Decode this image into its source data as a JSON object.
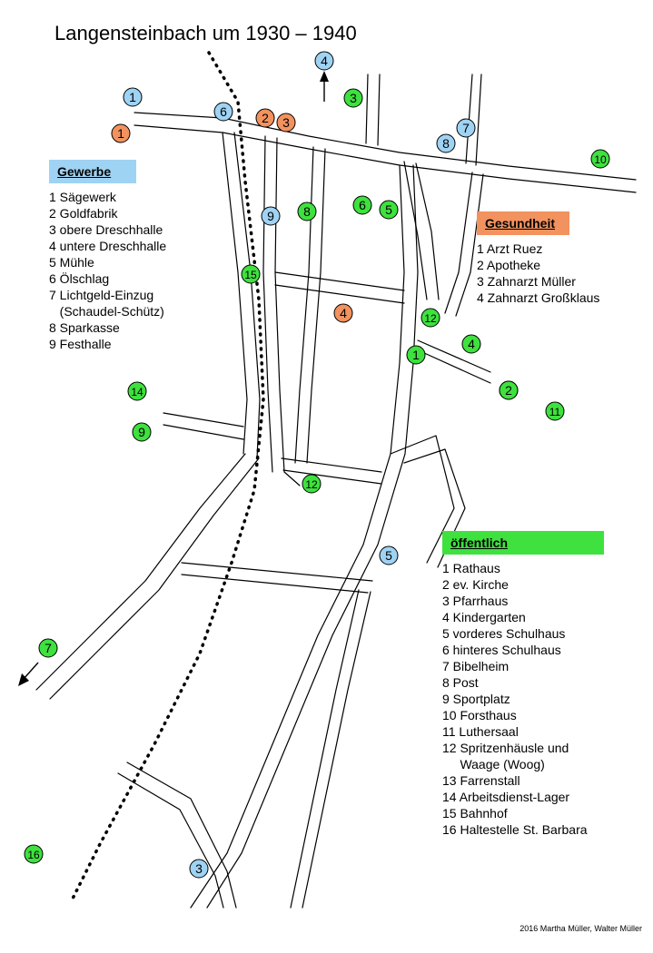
{
  "title": "Langensteinbach um 1930 – 1940",
  "credit": "2016 Martha Müller, Walter Müller",
  "colors": {
    "gewerbe": "#9fd3f3",
    "gesundheit": "#f2925e",
    "oeffentlich": "#3ee13e",
    "street": "#000000",
    "railway": "#000000"
  },
  "legends": {
    "gewerbe": {
      "heading": "Gewerbe",
      "items": [
        "1 Sägewerk",
        "2 Goldfabrik",
        "3 obere Dreschhalle",
        "4 untere Dreschhalle",
        "5 Mühle",
        "6 Ölschlag",
        "7 Lichtgeld-Einzug",
        "   (Schaudel-Schütz)",
        "8 Sparkasse",
        "9 Festhalle"
      ]
    },
    "gesundheit": {
      "heading": "Gesundheit",
      "items": [
        "1 Arzt Ruez",
        "2 Apotheke",
        "3 Zahnarzt Müller",
        "4 Zahnarzt Großklaus"
      ]
    },
    "oeffentlich": {
      "heading": "öffentlich",
      "items": [
        "1 Rathaus",
        "2 ev. Kirche",
        "3 Pfarrhaus",
        "4 Kindergarten",
        "5 vorderes Schulhaus",
        "6 hinteres Schulhaus",
        "7 Bibelheim",
        "8 Post",
        "9 Sportplatz",
        "10 Forsthaus",
        "11 Luthersaal",
        "12 Spritzenhäusle und",
        "     Waage (Woog)",
        "13 Farrenstall",
        "14 Arbeitsdienst-Lager",
        "15 Bahnhof",
        "16 Haltestelle St. Barbara"
      ]
    }
  },
  "markers": [
    {
      "category": "gewerbe",
      "label": "1"
    },
    {
      "category": "gewerbe",
      "label": "2"
    },
    {
      "category": "gewerbe",
      "label": "3"
    },
    {
      "category": "gewerbe",
      "label": "4"
    },
    {
      "category": "gewerbe",
      "label": "5"
    },
    {
      "category": "gewerbe",
      "label": "6"
    },
    {
      "category": "gewerbe",
      "label": "7"
    },
    {
      "category": "gewerbe",
      "label": "8"
    },
    {
      "category": "gewerbe",
      "label": "9"
    },
    {
      "category": "gesundheit",
      "label": "1"
    },
    {
      "category": "gesundheit",
      "label": "2"
    },
    {
      "category": "gesundheit",
      "label": "3"
    },
    {
      "category": "gesundheit",
      "label": "4"
    },
    {
      "category": "oeffentlich",
      "label": "1"
    },
    {
      "category": "oeffentlich",
      "label": "2"
    },
    {
      "category": "oeffentlich",
      "label": "3"
    },
    {
      "category": "oeffentlich",
      "label": "4"
    },
    {
      "category": "oeffentlich",
      "label": "5"
    },
    {
      "category": "oeffentlich",
      "label": "6"
    },
    {
      "category": "oeffentlich",
      "label": "7"
    },
    {
      "category": "oeffentlich",
      "label": "8"
    },
    {
      "category": "oeffentlich",
      "label": "9"
    },
    {
      "category": "oeffentlich",
      "label": "10"
    },
    {
      "category": "oeffentlich",
      "label": "11"
    },
    {
      "category": "oeffentlich",
      "label": "12"
    },
    {
      "category": "oeffentlich",
      "label": "12"
    },
    {
      "category": "oeffentlich",
      "label": "14"
    },
    {
      "category": "oeffentlich",
      "label": "15"
    },
    {
      "category": "oeffentlich",
      "label": "16"
    }
  ]
}
